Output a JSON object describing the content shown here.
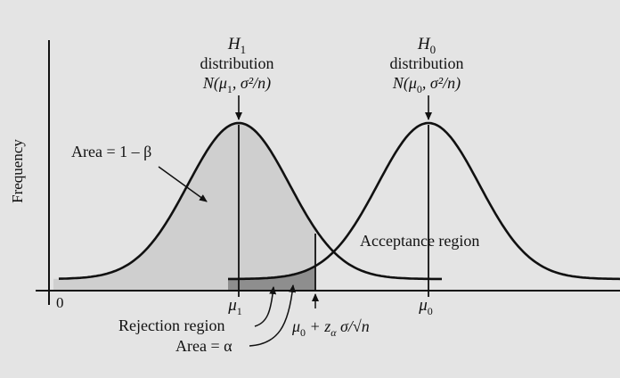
{
  "y_axis_label": "Frequency",
  "h1": {
    "symbol": "H",
    "subscript": "1",
    "line2": "distribution",
    "formula_prefix": "N(μ",
    "formula_sub": "1",
    "formula_suffix": ", σ²/n)"
  },
  "h0": {
    "symbol": "H",
    "subscript": "0",
    "line2": "distribution",
    "formula_prefix": "N(μ",
    "formula_sub": "0",
    "formula_suffix": ", σ²/n)"
  },
  "area_power_label": "Area = 1 – β",
  "acceptance_label": "Acceptance region",
  "rejection_label": "Rejection region",
  "area_alpha_label": "Area = α",
  "x_ticks": {
    "zero": "0",
    "mu1_base": "μ",
    "mu1_sub": "1",
    "mu0_base": "μ",
    "mu0_sub": "0"
  },
  "critical_value": {
    "prefix": "μ",
    "prefix_sub": "0",
    "plus_z": " + z",
    "z_sub": "α",
    "suffix": " σ/√n"
  },
  "colors": {
    "background": "#e4e4e4",
    "power_fill": "#cfcfcf",
    "alpha_fill": "#8e8e8e",
    "ink": "#111111"
  }
}
